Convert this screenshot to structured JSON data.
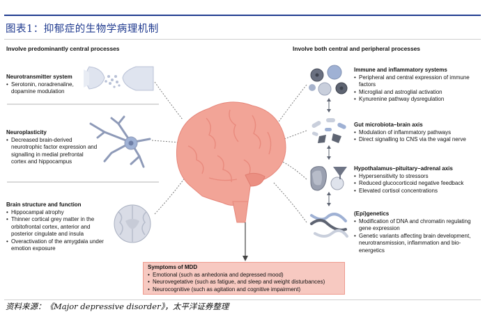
{
  "title": "图表1：抑郁症的生物学病理机制",
  "left_header": "Involve predominantly central processes",
  "right_header": "Involve both central and peripheral processes",
  "left_blocks": [
    {
      "heading": "Neurotransmitter system",
      "items": [
        "Serotonin, noradrenaline, dopamine modulation"
      ]
    },
    {
      "heading": "Neuroplasticity",
      "items": [
        "Decreased brain-derived neurotrophic factor expression and signalling in medial prefrontal cortex and hippocampus"
      ]
    },
    {
      "heading": "Brain structure and function",
      "items": [
        "Hippocampal atrophy",
        "Thinner cortical grey matter in the orbitofrontal cortex, anterior and posterior cingulate and insula",
        "Overactivation of the amygdala under emotion exposure"
      ]
    }
  ],
  "right_blocks": [
    {
      "heading": "Immune and inflammatory systems",
      "items": [
        "Peripheral and central expression of immune factors",
        "Microglial and astroglial activation",
        "Kynurenine pathway dysregulation"
      ]
    },
    {
      "heading": "Gut microbiota–brain axis",
      "items": [
        "Modulation of inflammatory pathways",
        "Direct signalling to CNS via the vagal nerve"
      ]
    },
    {
      "heading": "Hypothalamus–pituitary–adrenal axis",
      "items": [
        "Hypersensitivity to stressors",
        "Reduced glucocorticoid negative feedback",
        "Elevated cortisol concentrations"
      ]
    },
    {
      "heading": "(Epi)genetics",
      "items": [
        "Modification of DNA and chromatin regulating gene expression",
        "Genetic variants affecting brain development, neurotransmission, inflammation and bio-energetics"
      ]
    }
  ],
  "symptoms": {
    "heading": "Symptoms of MDD",
    "items": [
      "Emotional (such as anhedonia and depressed mood)",
      "Neurovegetative (such as fatigue, and sleep and weight disturbances)",
      "Neurocognitive (such as agitation and cognitive impairment)"
    ]
  },
  "source": "资料来源：《Major depressive disorder》，太平洋证券整理",
  "colors": {
    "title_blue": "#1f3a8f",
    "brain_pink": "#f2a497",
    "symptom_fill": "#f7c9c1",
    "icon_blue": "#9fb1d4",
    "icon_grey": "#5e6472"
  }
}
